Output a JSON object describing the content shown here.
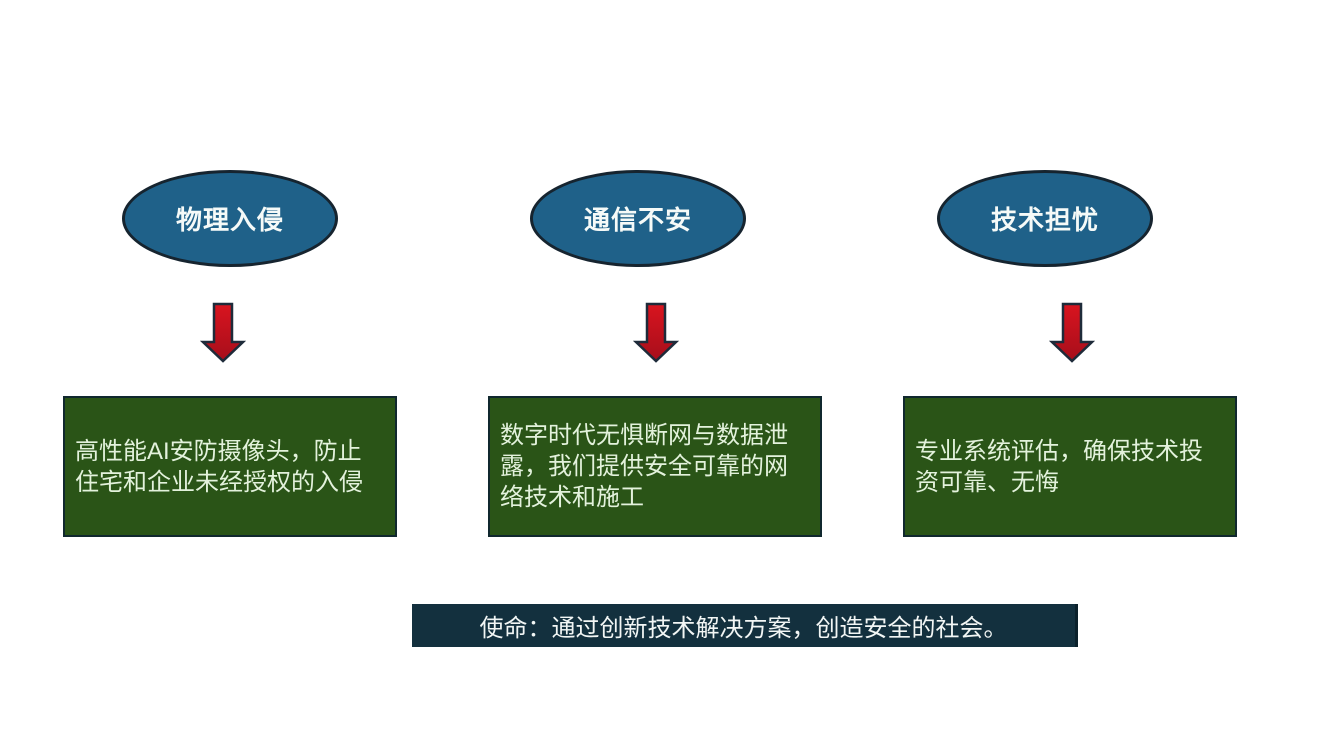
{
  "slide": {
    "columns": [
      {
        "topic": "物理入侵",
        "description": "高性能AI安防摄像头，防止住宅和企业未经授权的入侵"
      },
      {
        "topic": "通信不安",
        "description": "数字时代无惧断网与数据泄露，我们提供安全可靠的网络技术和施工"
      },
      {
        "topic": "技术担忧",
        "description": "专业系统评估，确保技术投资可靠、无悔"
      }
    ],
    "mission": "使命：通过创新技术解决方案，创造安全的社会。"
  },
  "icons": {
    "arrow_icon": "down-arrow"
  },
  "colors": {
    "background": "#ffffff",
    "ellipse_fill": "#1f6189",
    "ellipse_border": "#16242f",
    "ellipse_text": "#f5faf8",
    "arrow_fill_top": "#d9141f",
    "arrow_fill_bottom": "#a60e1b",
    "arrow_border": "#1e2b3a",
    "box_fill": "#2a5417",
    "box_border": "#10282e",
    "box_text": "#e3f2dc",
    "banner_fill": "#13303e",
    "banner_text": "#f2f6f5"
  }
}
